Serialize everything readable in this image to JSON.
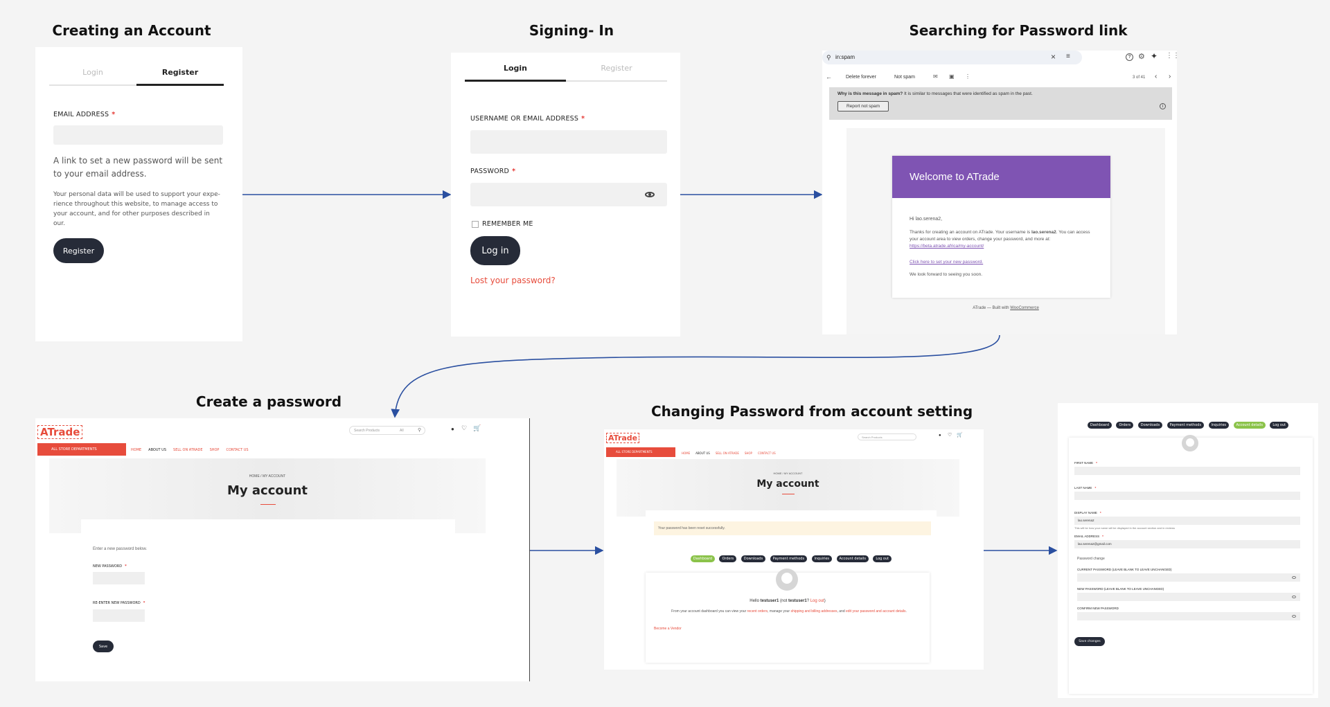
{
  "titles": {
    "create_account": "Creating an Account",
    "signing_in": "Signing- In",
    "searching": "Searching for Password link",
    "create_password": "Create a password",
    "changing": "Changing Password from account setting"
  },
  "register_panel": {
    "tab_login": "Login",
    "tab_register": "Register",
    "email_label": "EMAIL ADDRESS",
    "required_mark": "*",
    "info_text": "A link to set a new password will be sent to your email address.",
    "privacy_text": "Your personal data will be used to support your expe­rience throughout this website, to manage access to your account, and for other purposes described in our.",
    "register_button": "Register"
  },
  "login_panel": {
    "tab_login": "Login",
    "tab_register": "Register",
    "username_label": "USERNAME OR EMAIL ADDRESS",
    "password_label": "PASSWORD",
    "required_mark": "*",
    "remember_me": "REMEMBER ME",
    "login_button": "Log in",
    "lost_password": "Lost your password?"
  },
  "email_panel": {
    "search_value": "in:spam",
    "delete_forever": "Delete forever",
    "not_spam": "Not spam",
    "pagination": "3 of 41",
    "spam_question": "Why is this message in spam?",
    "spam_explanation": "It is similar to messages that were identified as spam in the past.",
    "report_button": "Report not spam",
    "welcome_title": "Welcome to ATrade",
    "greeting": "Hi lao.serena2,",
    "body_prefix": "Thanks for creating an account on ATrade. Your username is",
    "username": "lao.serena2",
    "body_suffix": ". You can access your account area to view orders, change your password, and more at:",
    "account_link": "https://beta.atrade.africa/my-account/",
    "set_password_link": "Click here to set your new password.",
    "closing": "We look forward to seeing you soon.",
    "footer_prefix": "ATrade — Built with",
    "footer_link": "WooCommerce",
    "accent_color": "#7f54b3"
  },
  "site": {
    "logo": "ATrade",
    "search_placeholder": "Search Products",
    "search_scope": "All",
    "departments": "ALL STORE DEPARTMENTS",
    "nav": [
      "HOME",
      "ABOUT US",
      "SELL ON ATRADE",
      "SHOP",
      "CONTACT US"
    ],
    "breadcrumb_home": "HOME",
    "breadcrumb_sep": "/",
    "breadcrumb_current": "MY ACCOUNT",
    "page_title": "My account",
    "brand_color": "#e74c3c"
  },
  "create_password_panel": {
    "intro": "Enter a new password below.",
    "new_password_label": "NEW PASSWORD",
    "reenter_label": "RE-ENTER NEW PASSWORD",
    "required_mark": "*",
    "save_button": "Save"
  },
  "dashboard_panel": {
    "notice": "Your password has been reset successfully.",
    "tabs": [
      "Dashboard",
      "Orders",
      "Downloads",
      "Payment methods",
      "Inquiries",
      "Account details",
      "Log out"
    ],
    "hello_prefix": "Hello",
    "user": "testuser1",
    "not_prefix": "(not",
    "log_out": "Log out",
    "dashboard_text_1": "From your account dashboard you can view your",
    "recent_orders": "recent orders",
    "dashboard_text_2": ", manage your",
    "addresses": "shipping and billing addresses",
    "dashboard_text_3": ", and",
    "edit_password": "edit your password and ac­count details",
    "become_vendor": "Become a Vendor"
  },
  "account_details_panel": {
    "tabs": [
      "Dashboard",
      "Orders",
      "Downloads",
      "Payment methods",
      "Inquiries",
      "Account details",
      "Log out"
    ],
    "first_name": "FIRST NAME",
    "last_name": "LAST NAME",
    "display_name": "DISPLAY NAME",
    "display_value": "lao.serena2",
    "display_help": "This will be how your name will be displayed in the account section and in reviews",
    "email_label": "EMAIL ADDRESS",
    "email_value": "lao.serena2@gmail.com",
    "password_change": "Password change",
    "current_password": "CURRENT PASSWORD (LEAVE BLANK TO LEAVE UNCHANGED)",
    "new_password": "NEW PASSWORD (LEAVE BLANK TO LEAVE UNCHANGED)",
    "confirm_password": "CONFIRM NEW PASSWORD",
    "required_mark": "*",
    "save_button": "Save changes"
  },
  "colors": {
    "arrow": "#2a4fa0",
    "dark_button": "#262b38",
    "active_tab": "#8bc34a"
  }
}
